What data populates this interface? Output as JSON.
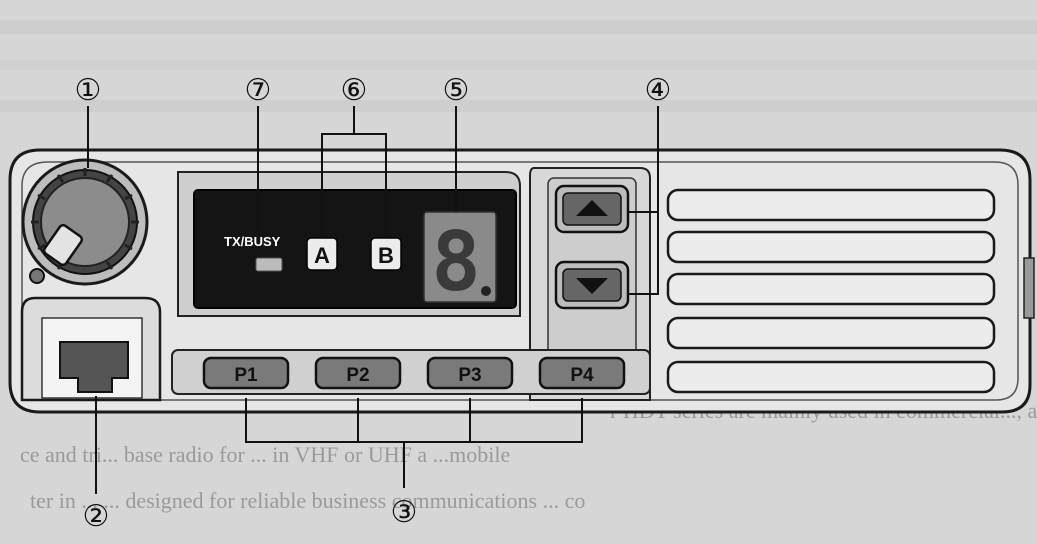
{
  "indicator": {
    "label": "TX/BUSY"
  },
  "channel_buttons": {
    "a": "A",
    "b": "B"
  },
  "display": {
    "digit": "8"
  },
  "program_keys": [
    {
      "label": "P1"
    },
    {
      "label": "P2"
    },
    {
      "label": "P3"
    },
    {
      "label": "P4"
    }
  ],
  "callouts": [
    "①",
    "②",
    "③",
    "④",
    "⑤",
    "⑥",
    "⑦"
  ],
  "background_text": {
    "line1": "r HDT series are mainly used in commercial..., a",
    "line2": "ce and tri... base radio for ... in VHF or UHF a ...mobile",
    "line3": "ter in ... ... designed for reliable business communications ... co"
  }
}
